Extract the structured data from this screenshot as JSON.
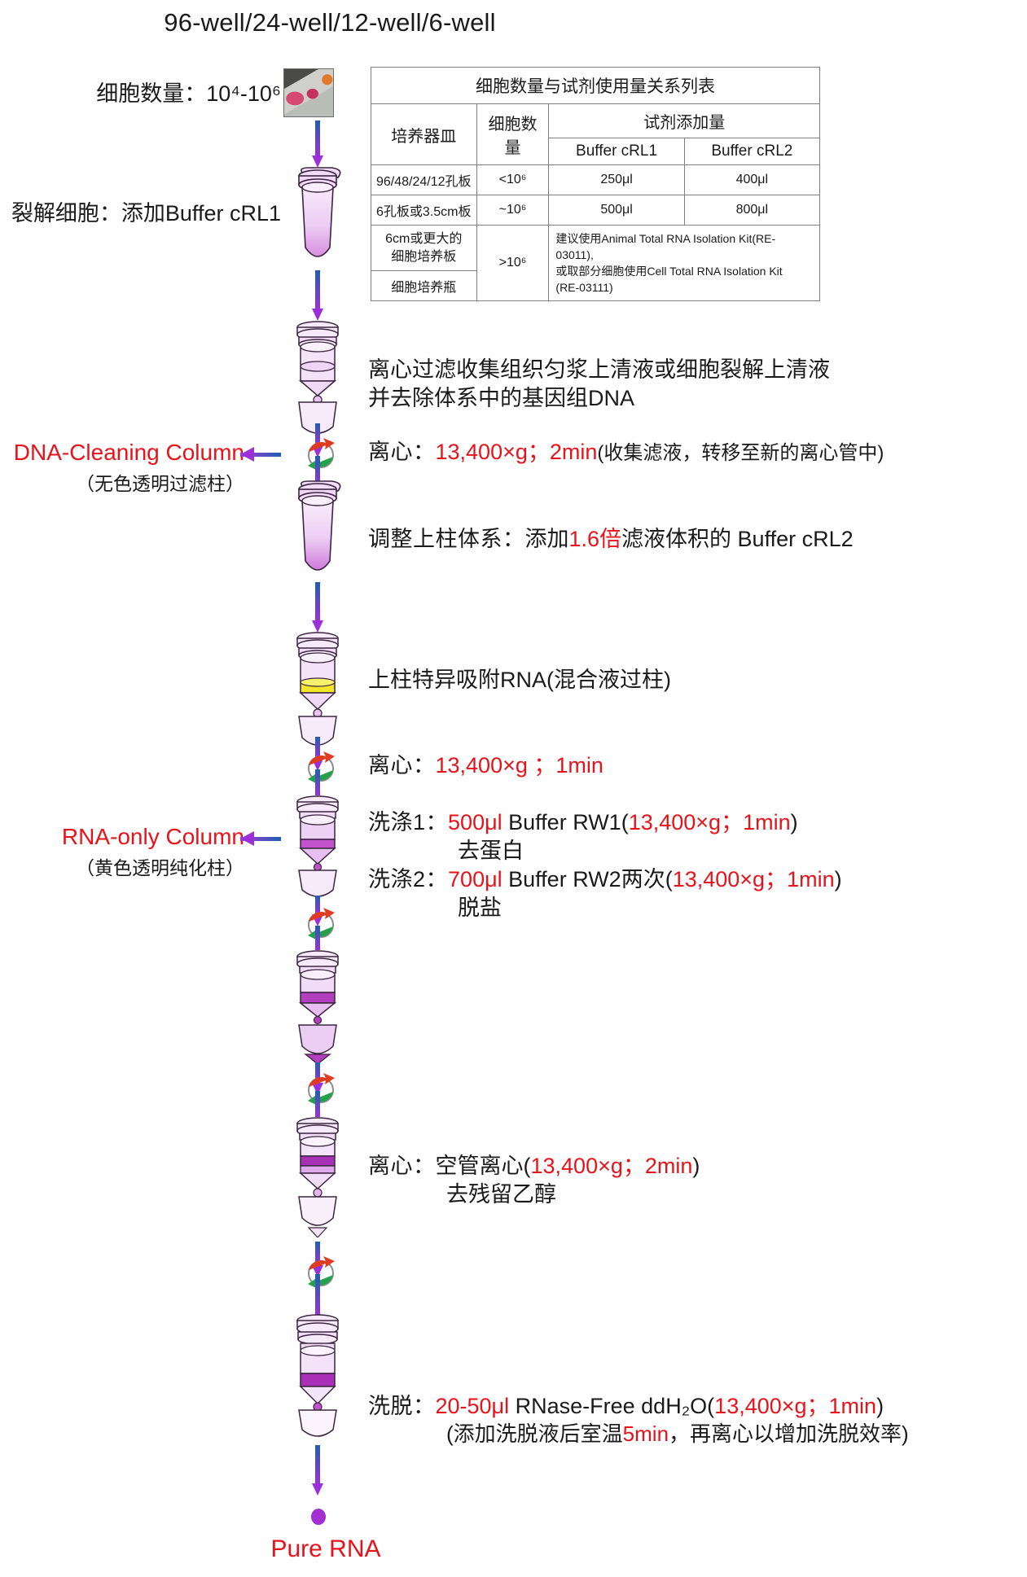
{
  "page": {
    "title": "96-well/24-well/12-well/6-well",
    "result_label": "Pure RNA"
  },
  "left_labels": {
    "cell_count": "细胞数量：10⁴-10⁶",
    "lyse_cells": "裂解细胞：添加Buffer cRL1"
  },
  "column_annotations": [
    {
      "name": "DNA-Cleaning Column",
      "description": "（无色透明过滤柱）"
    },
    {
      "name": "RNA-only Column",
      "description": "（黄色透明纯化柱）"
    }
  ],
  "steps": {
    "filter_collect": {
      "line1": "离心过滤收集组织匀浆上清液或细胞裂解上清液",
      "line2": "并去除体系中的基因组DNA"
    },
    "spin1": {
      "label": "离心：",
      "value": "13,400×g；2min",
      "note": "(收集滤液，转移至新的离心管中)"
    },
    "adjust": {
      "label": "调整上柱体系：",
      "pre": "添加",
      "value": "1.6倍",
      "post": "滤液体积的 Buffer cRL2"
    },
    "bind": {
      "text": "上柱特异吸附RNA(混合液过柱)"
    },
    "spin2": {
      "label": "离心：",
      "value": "13,400×g ；1min"
    },
    "wash1": {
      "label": "洗涤1：",
      "volume": "500μl",
      "buffer": " Buffer RW1(",
      "condition": "13,400×g；1min",
      "close": ")",
      "purpose": "去蛋白"
    },
    "wash2": {
      "label": "洗涤2：",
      "volume": "700μl",
      "buffer": " Buffer RW2两次(",
      "condition": "13,400×g；1min",
      "close": ")",
      "purpose": "脱盐"
    },
    "dry_spin": {
      "label": "离心：",
      "pre": "空管离心(",
      "value": "13,400×g；2min",
      "close": ")",
      "purpose": "去残留乙醇"
    },
    "elution": {
      "label": "洗脱：",
      "volume": "20-50μl",
      "reagent": " RNase-Free ddH₂O(",
      "condition": "13,400×g；1min",
      "close": ")",
      "note_pre": "(添加洗脱液后室温",
      "note_value": "5min",
      "note_post": "，再离心以增加洗脱效率)"
    }
  },
  "table": {
    "title": "细胞数量与试剂使用量关系列表",
    "headers": {
      "dish": "培养器皿",
      "cell_count": "细胞数量",
      "reagent_group": "试剂添加量",
      "buffer1": "Buffer cRL1",
      "buffer2": "Buffer cRL2"
    },
    "rows": [
      {
        "dish": "96/48/24/12孔板",
        "cells": "<10⁶",
        "crl1": "250μl",
        "crl2": "400μl"
      },
      {
        "dish": "6孔板或3.5cm板",
        "cells": "~10⁶",
        "crl1": "500μl",
        "crl2": "800μl"
      }
    ],
    "large_rows": {
      "dish_line1": "6cm或更大的",
      "dish_line2": "细胞培养板",
      "dish_line3": "细胞培养瓶",
      "cells": ">10⁶",
      "note_line1": "建议使用Animal Total RNA Isolation Kit(RE-03011),",
      "note_line2": "或取部分细胞使用Cell Total RNA Isolation Kit",
      "note_line3": "(RE-03111)"
    }
  },
  "colors": {
    "red": "#e8131a",
    "arrow_blue": "#1f5fb4",
    "arrow_purple": "#9b30d9"
  }
}
